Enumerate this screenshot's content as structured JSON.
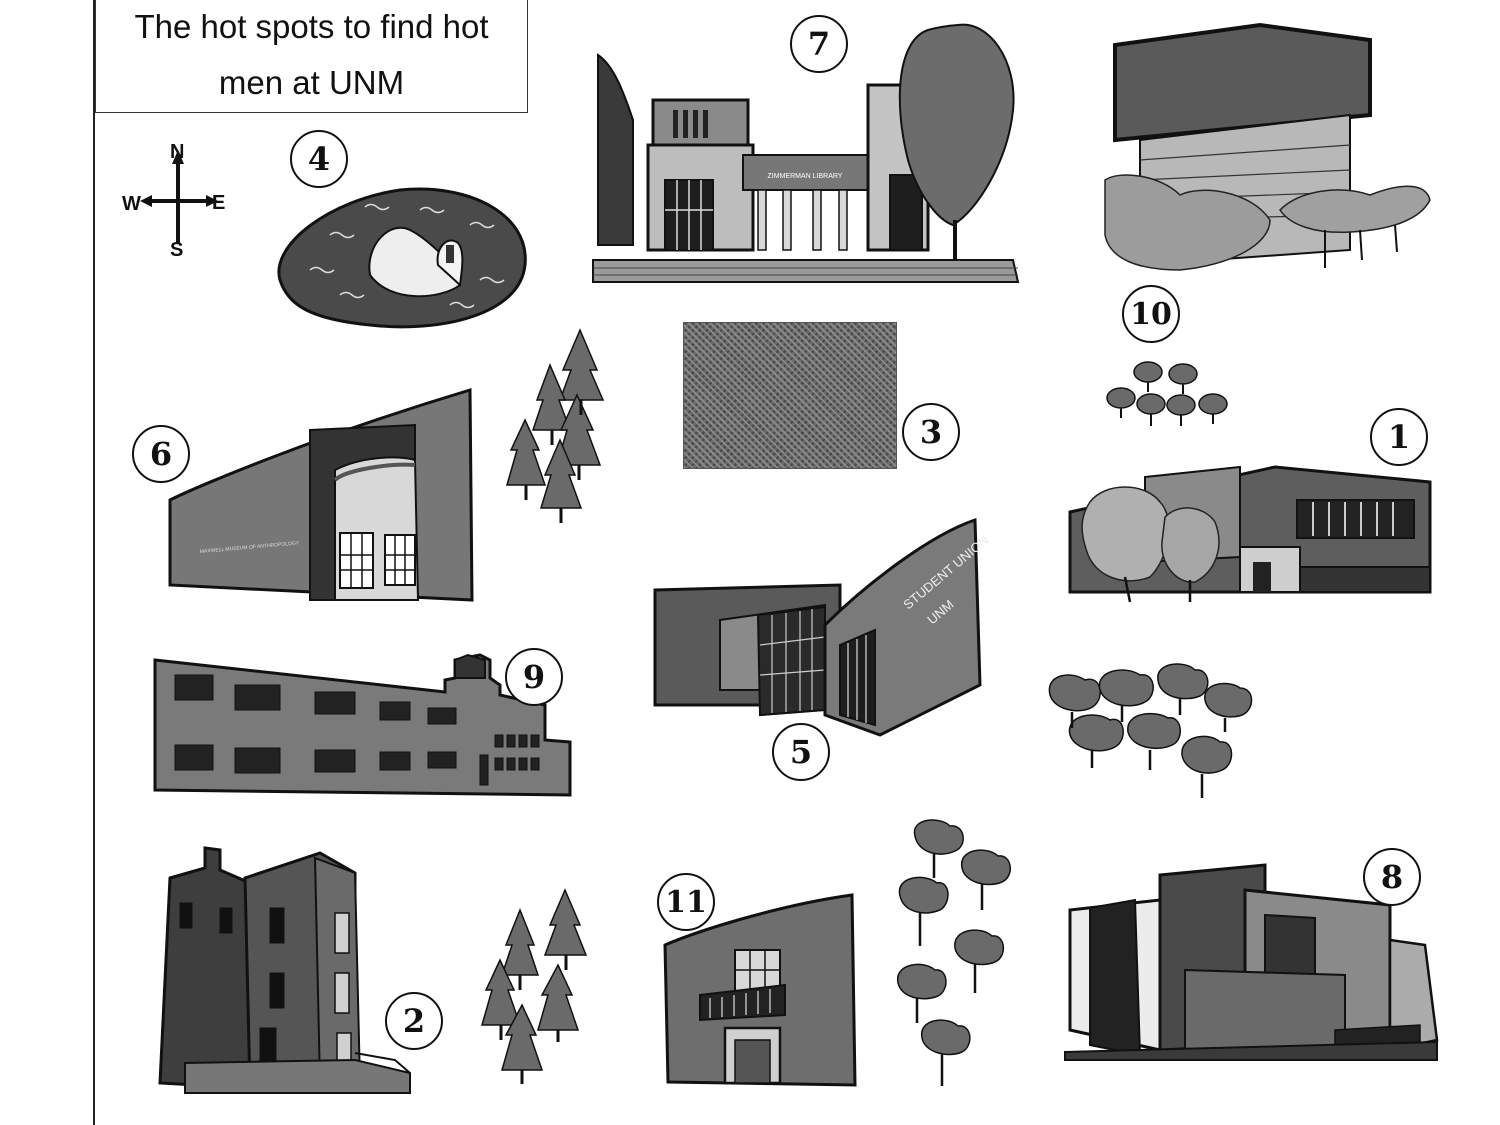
{
  "title": {
    "line1": "The hot spots to find hot",
    "line2": "men at UNM"
  },
  "compass": {
    "north": "N",
    "south": "S",
    "east": "E",
    "west": "W"
  },
  "spots": [
    {
      "number": "1"
    },
    {
      "number": "2"
    },
    {
      "number": "3"
    },
    {
      "number": "4"
    },
    {
      "number": "5"
    },
    {
      "number": "6"
    },
    {
      "number": "7"
    },
    {
      "number": "8"
    },
    {
      "number": "9"
    },
    {
      "number": "10"
    },
    {
      "number": "11"
    }
  ],
  "building_signs": {
    "library": "ZIMMERMAN LIBRARY",
    "student_union_line1": "STUDENT UNION",
    "student_union_line2": "UNM",
    "museum": "MAXWELL MUSEUM OF ANTHROPOLOGY"
  },
  "colors": {
    "ink": "#111111",
    "dark": "#3a3a3a",
    "mid": "#6e6e6e",
    "light": "#a8a8a8",
    "pale": "#d4d4d4"
  }
}
